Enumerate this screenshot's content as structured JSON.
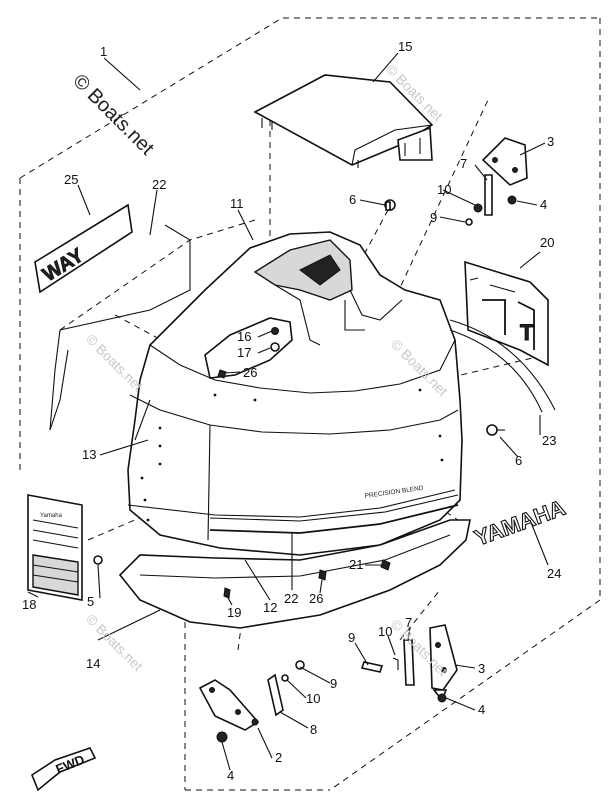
{
  "watermark": {
    "main": "© Boats.net",
    "faint": "© Boats.net"
  },
  "decals": {
    "side_left": "WAY",
    "logo_right": "YAMAHA",
    "panel_right": "T",
    "cowl_text": "PRECISION BLEND",
    "front_badge_line1": "Yamaha"
  },
  "fwd_label": "FWD",
  "callouts": [
    "1",
    "2",
    "3",
    "3",
    "4",
    "4",
    "4",
    "5",
    "6",
    "6",
    "7",
    "7",
    "8",
    "9",
    "9",
    "9",
    "10",
    "10",
    "10",
    "11",
    "12",
    "13",
    "14",
    "15",
    "16",
    "17",
    "18",
    "19",
    "20",
    "21",
    "22",
    "22",
    "23",
    "24",
    "25",
    "26",
    "26"
  ]
}
